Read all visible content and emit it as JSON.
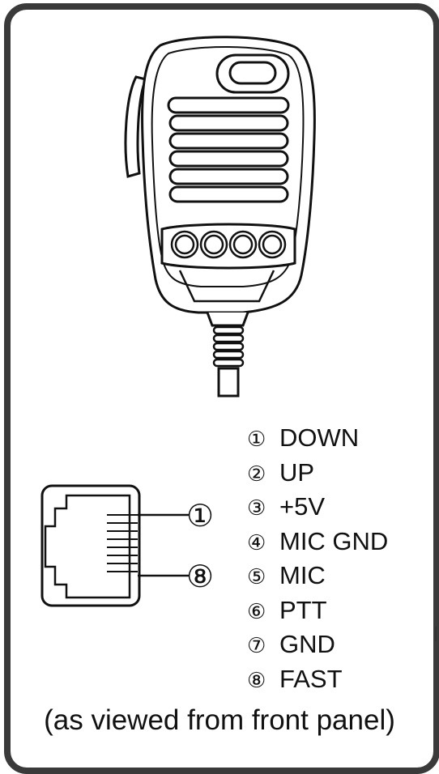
{
  "pins": [
    {
      "num": "①",
      "label": "DOWN"
    },
    {
      "num": "②",
      "label": "UP"
    },
    {
      "num": "③",
      "label": "+5V"
    },
    {
      "num": "④",
      "label": "MIC GND"
    },
    {
      "num": "⑤",
      "label": "MIC"
    },
    {
      "num": "⑥",
      "label": "PTT"
    },
    {
      "num": "⑦",
      "label": "GND"
    },
    {
      "num": "⑧",
      "label": "FAST"
    }
  ],
  "callouts": {
    "top": "①",
    "bottom": "⑧"
  },
  "caption": "(as viewed from front panel)"
}
